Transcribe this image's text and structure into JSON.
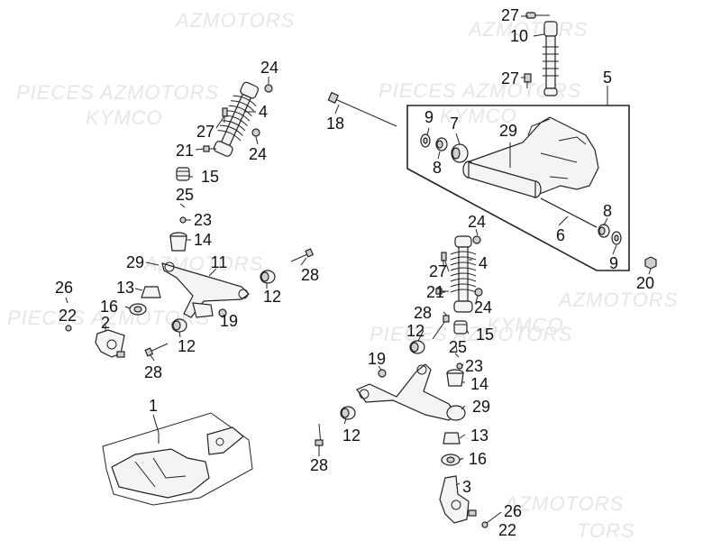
{
  "watermarks": {
    "pieces_azmotors": "PIECES AZMOTORS",
    "kymco": "KYMCO",
    "azmotors": "AZMOTORS",
    "tors": "TORS"
  },
  "callouts": {
    "p1": "1",
    "p2": "2",
    "p3": "3",
    "p4": "4",
    "p5": "5",
    "p6": "6",
    "p7": "7",
    "p8": "8",
    "p9": "9",
    "p10": "10",
    "p11": "11",
    "p12": "12",
    "p13": "13",
    "p14": "14",
    "p15": "15",
    "p16": "16",
    "p18": "18",
    "p19": "19",
    "p20": "20",
    "p21": "21",
    "p22": "22",
    "p23": "23",
    "p24": "24",
    "p25": "25",
    "p26": "26",
    "p27": "27",
    "p28": "28",
    "p29": "29"
  }
}
